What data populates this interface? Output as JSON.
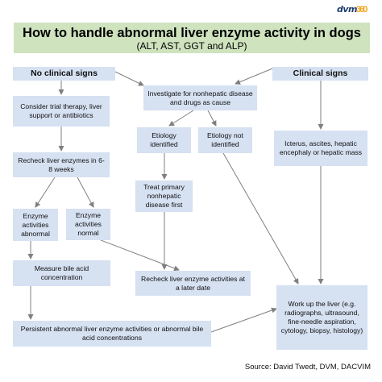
{
  "logo": {
    "text": "dvm",
    "rings": "360"
  },
  "title": {
    "main": "How to handle abnormal liver enzyme activity in dogs",
    "sub": "(ALT, AST, GGT and ALP)"
  },
  "nodes": {
    "no_clinical": "No clinical signs",
    "clinical": "Clinical signs",
    "trial_therapy": "Consider trial therapy, liver support or antibiotics",
    "investigate": "Investigate for nonhepatic disease and drugs as cause",
    "recheck_6_8": "Recheck liver enzymes in 6-8 weeks",
    "etiology_identified": "Etiology identified",
    "etiology_not_identified": "Etiology not identified",
    "icterus": "Icterus, ascites, hepatic encephaly or hepatic mass",
    "treat_primary": "Treat primary nonhepatic disease first",
    "enzyme_abnormal": "Enzyme activities abnormal",
    "enzyme_normal": "Enzyme activities normal",
    "measure_bile": "Measure bile acid concentration",
    "recheck_later": "Recheck liver enzyme activities at a later date",
    "work_up": "Work up the liver (e.g. radiographs, ultrasound, fine-needle aspiration, cytology, biopsy, histology)",
    "persistent": "Persistent abnormal liver enzyme activities or abnormal bile acid concentrations"
  },
  "source": "Source: David Twedt, DVM, DACVIM",
  "colors": {
    "title_bg": "#cfe3bf",
    "box_bg": "#d6e1f2",
    "arrow": "#7f7f7f"
  }
}
